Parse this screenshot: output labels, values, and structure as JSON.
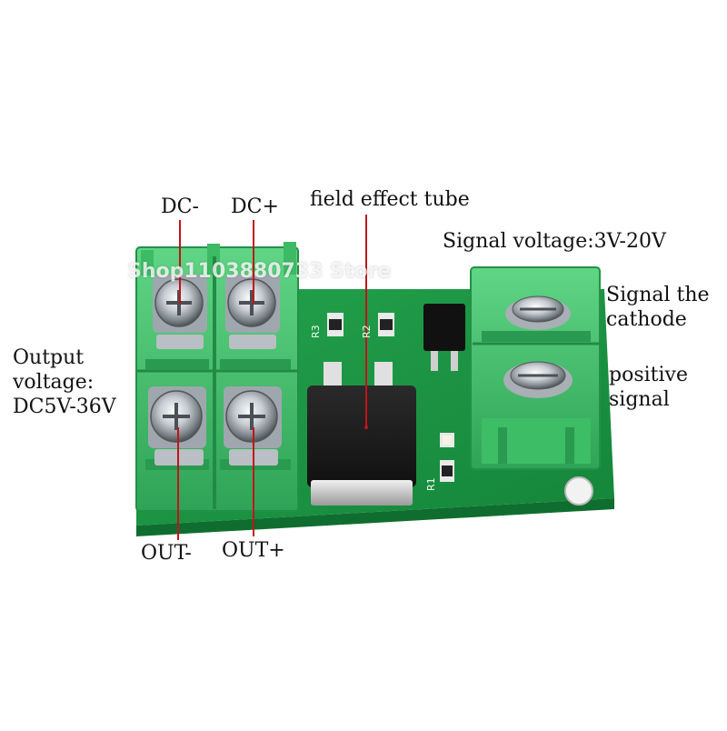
{
  "labels": {
    "dc_minus": "DC-",
    "dc_plus": "DC+",
    "field_effect_tube": "field effect tube",
    "signal_voltage": "Signal voltage:3V-20V",
    "signal_cathode": "Signal the cathode",
    "positive_signal": "positive signal",
    "output_voltage": "Output voltage: DC5V-36V",
    "out_minus": "OUT-",
    "out_plus": "OUT+"
  },
  "watermark": "Shop1103880733 Store",
  "silkscreen": [
    "R3",
    "R2",
    "R1"
  ],
  "colors": {
    "pcb": "#1f9a45",
    "terminal": "#45c46c",
    "pointer": "#c0141c",
    "label_text": "#111111"
  }
}
